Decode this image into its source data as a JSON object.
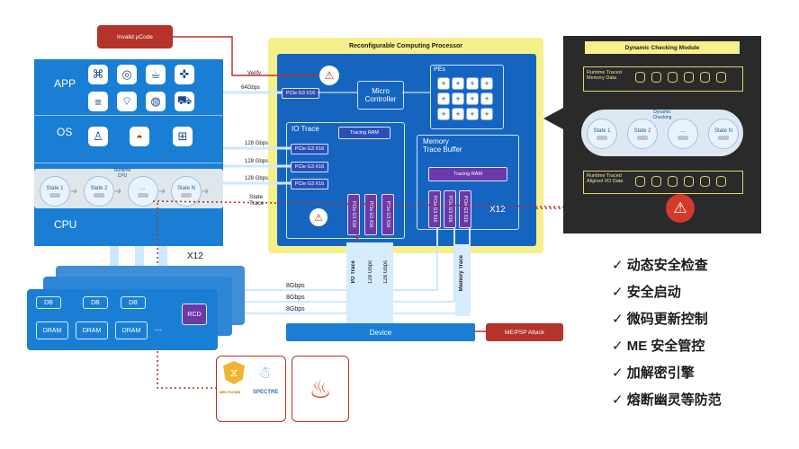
{
  "labels": {
    "invalid_ucode": "Invalid µCode",
    "rcp_title": "Reconfigurable Computing Processor",
    "app": "APP",
    "os": "OS",
    "cpu": "CPU",
    "runtime_cpu": "Runtime\nCPU",
    "verify": "Verify",
    "state_trace": "State\nTrace",
    "gbps64": "64Gbps",
    "gbps128_a": "128 Gbps",
    "gbps128_b": "128 Gbps",
    "gbps128_c": "128 Gbps",
    "micro_controller": "Micro\nController",
    "pes": "PEs",
    "io_trace": "IO Trace",
    "tracing_ram": "Tracing RAM",
    "memory_trace_buffer": "Memory\nTrace Buffer",
    "tracing_ram2": "Tracing RAM",
    "pcie_g3_x16": "PCIe G3 X16",
    "x12": "X12",
    "x12_cpu": "X12",
    "db": "DB",
    "dram": "DRAM",
    "rcd": "RCD",
    "gbps8": "8Gbps",
    "io_trace_v": "I/O Trace",
    "gbps128_v": "128 Gbps",
    "memory_trace_v": "Memory Trace",
    "device": "Device",
    "me_psp_attack": "ME/PSP Attack",
    "dcm_title": "Dynamic Checking  Module",
    "dcm_runtime_memory": "Runtime Traced\nMemory Data",
    "dcm_dynamic_checking": "Dynamic\nChecking",
    "dcm_runtime_io": "Runtime Traced\nAligned I/O Data",
    "state1": "State 1",
    "state2": "State 2",
    "stateN": "State N",
    "ellipsis": "...",
    "meltdown": "MELTDOWN",
    "spectre": "SPECTRE"
  },
  "bullets": [
    "动态安全检查",
    "安全启动",
    "微码更新控制",
    "ME 安全管控",
    "加解密引擎",
    "熔断幽灵等防范"
  ],
  "bullet_mark": "✓",
  "colors": {
    "cpu_blue": "#1a7fd4",
    "rcp_blue": "#1565c0",
    "yellow_frame": "#f5f08a",
    "attack_red": "#c0392b",
    "dark_module": "#2a2a2a",
    "trace_purple": "#6b3aa8"
  }
}
